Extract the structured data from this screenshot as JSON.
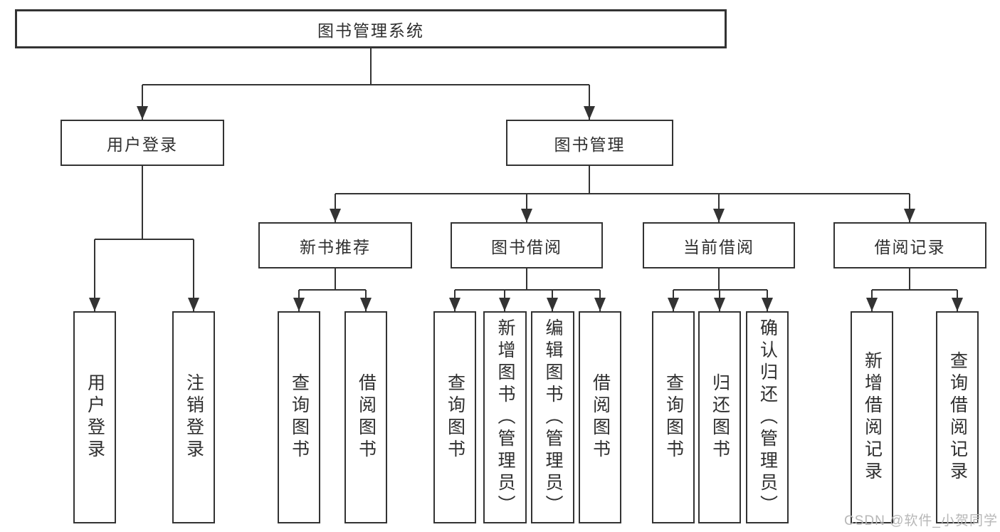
{
  "tree": {
    "label": "图书管理系统",
    "children": [
      {
        "label": "用户登录",
        "children": [
          {
            "label": "用户登录"
          },
          {
            "label": "注销登录"
          }
        ]
      },
      {
        "label": "图书管理",
        "children": [
          {
            "label": "新书推荐",
            "children": [
              {
                "label": "查询图书"
              },
              {
                "label": "借阅图书"
              }
            ]
          },
          {
            "label": "图书借阅",
            "children": [
              {
                "label": "查询图书"
              },
              {
                "label": "新增图书（管理员）"
              },
              {
                "label": "编辑图书（管理员）"
              },
              {
                "label": "借阅图书"
              }
            ]
          },
          {
            "label": "当前借阅",
            "children": [
              {
                "label": "查询图书"
              },
              {
                "label": "归还图书"
              },
              {
                "label": "确认归还（管理员）"
              }
            ]
          },
          {
            "label": "借阅记录",
            "children": [
              {
                "label": "新增借阅记录"
              },
              {
                "label": "查询借阅记录"
              }
            ]
          }
        ]
      }
    ]
  },
  "watermark": {
    "text": "CSDN @软件_小贺同学"
  },
  "colors": {
    "line": "#333333",
    "border": "#333333",
    "text": "#2f2f2f",
    "watermark": "#b7b7b7",
    "background": "#ffffff"
  }
}
